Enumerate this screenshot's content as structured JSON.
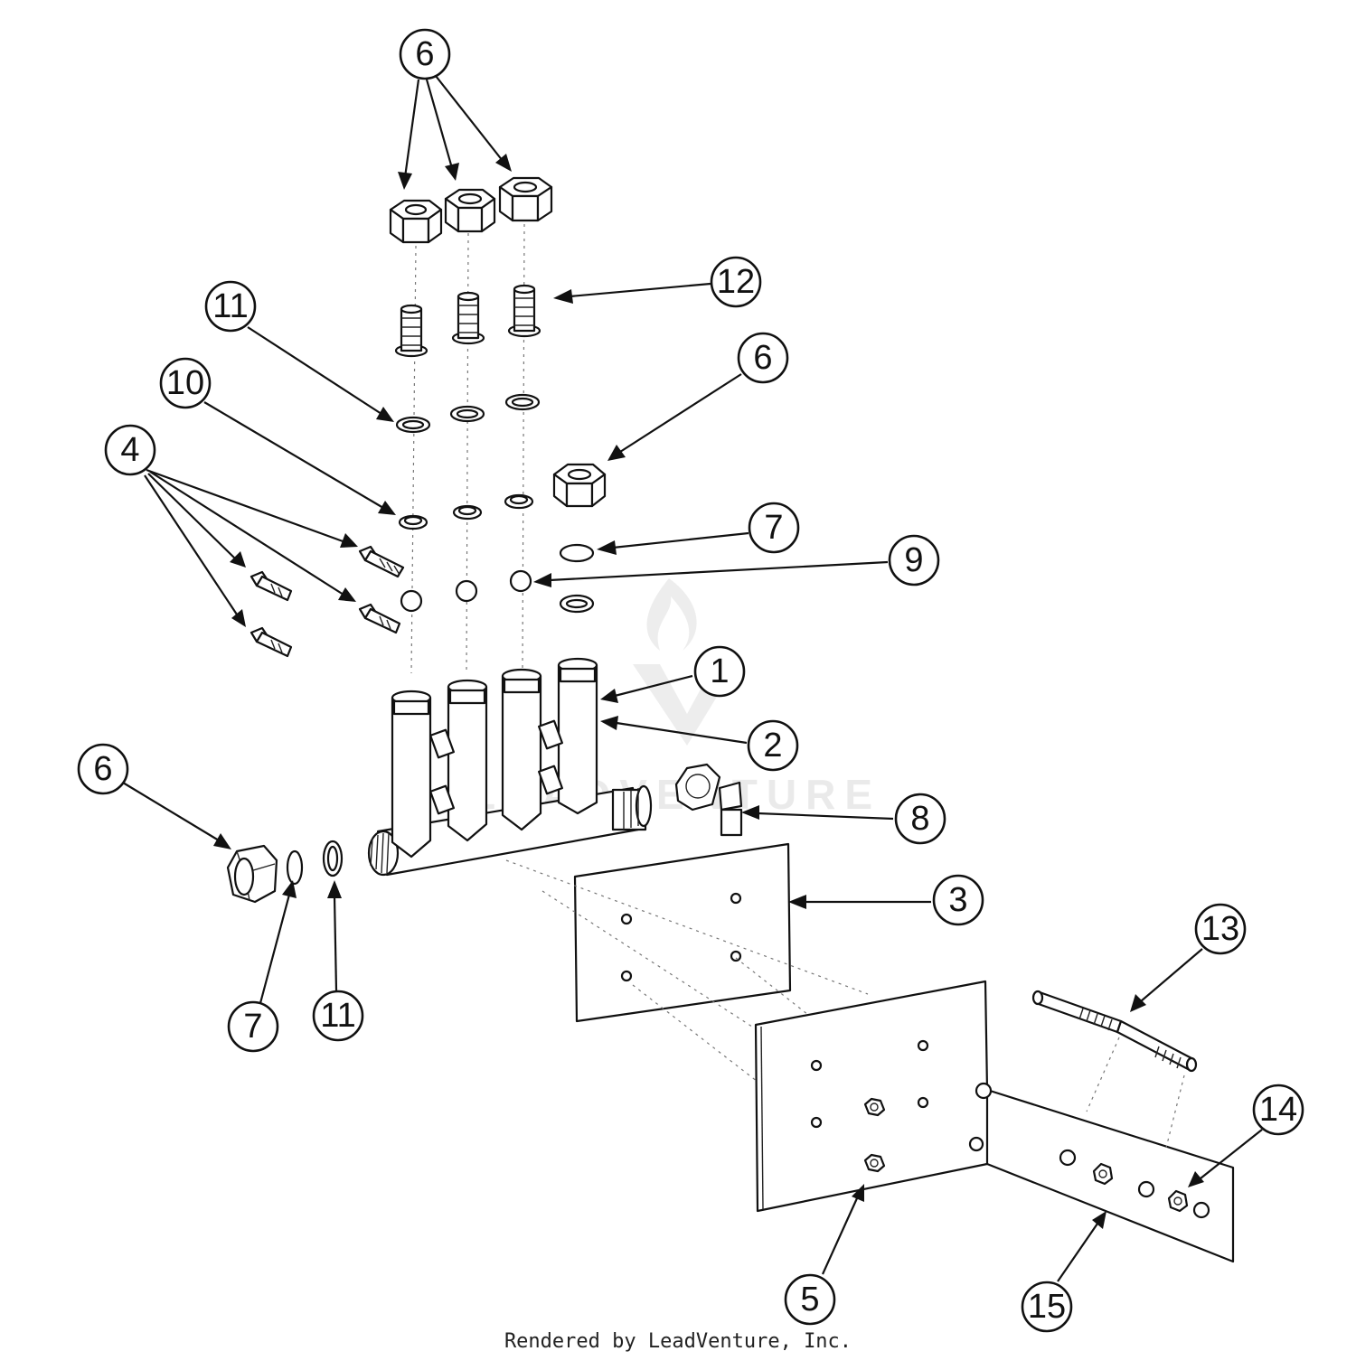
{
  "footer": "Rendered by LeadVenture, Inc.",
  "watermark": "LEADVENTURE",
  "callouts": [
    {
      "label": "6"
    },
    {
      "label": "12"
    },
    {
      "label": "11"
    },
    {
      "label": "6"
    },
    {
      "label": "10"
    },
    {
      "label": "4"
    },
    {
      "label": "7"
    },
    {
      "label": "9"
    },
    {
      "label": "1"
    },
    {
      "label": "2"
    },
    {
      "label": "6"
    },
    {
      "label": "8"
    },
    {
      "label": "3"
    },
    {
      "label": "7"
    },
    {
      "label": "11"
    },
    {
      "label": "13"
    },
    {
      "label": "14"
    },
    {
      "label": "5"
    },
    {
      "label": "15"
    }
  ]
}
